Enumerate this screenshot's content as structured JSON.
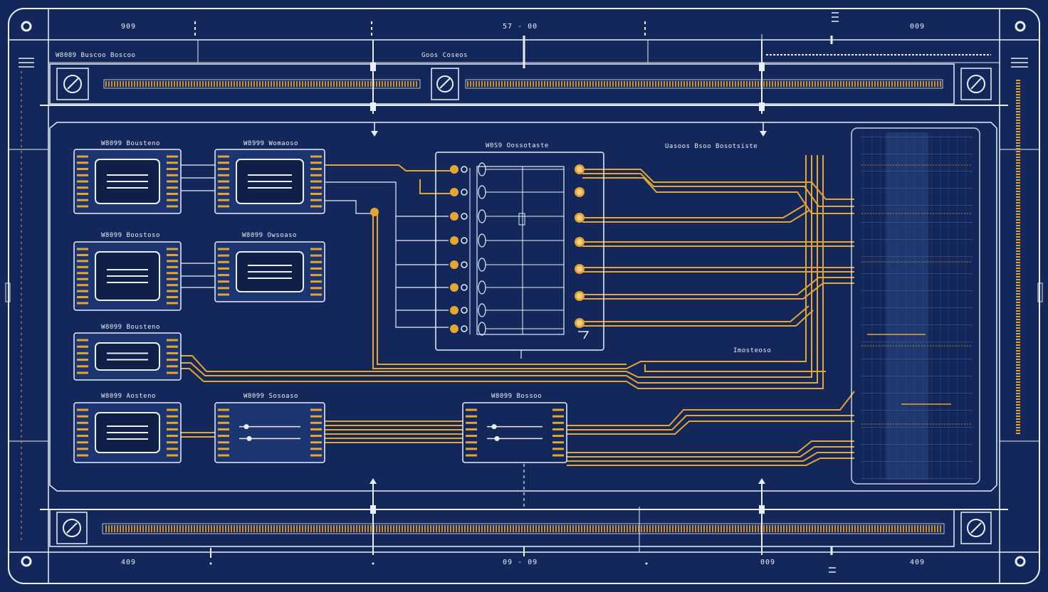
{
  "colors": {
    "background": "#13275a",
    "line": "#e9eef7",
    "accent": "#e4a531",
    "panel": "#1c3470"
  },
  "frame": {
    "top_left": "909",
    "top_center": "57 - 00",
    "top_right": "009",
    "bottom_left": "409",
    "bottom_center": "09 - 09",
    "bottom_right_a": "009",
    "bottom_right_b": "409"
  },
  "header": {
    "left_label": "W8089 Buscoo Boscoo",
    "center_label": "Goos Coseos"
  },
  "modules": [
    {
      "label": "W8099 Bousteno"
    },
    {
      "label": "W8999 Womaoso"
    },
    {
      "label": "W8099 Boostoso"
    },
    {
      "label": "W8099 Owsoaso"
    },
    {
      "label": "W8099 Bousteno"
    },
    {
      "label": "W8099 Aosteno"
    },
    {
      "label": "W8099 Sosoaso"
    }
  ],
  "bus_block": {
    "label": "W0S9 Oossotaste"
  },
  "mid_block": {
    "label": "W8099 Bossoo"
  },
  "output": {
    "label_top": "Uasoos Bsoo Bosotsiste",
    "label_bottom": "Imosteoso"
  },
  "icons": [
    "disk-icon",
    "disk-icon",
    "disk-icon",
    "disk-icon",
    "disk-icon",
    "menu-icon",
    "menu-icon",
    "target-icon"
  ]
}
